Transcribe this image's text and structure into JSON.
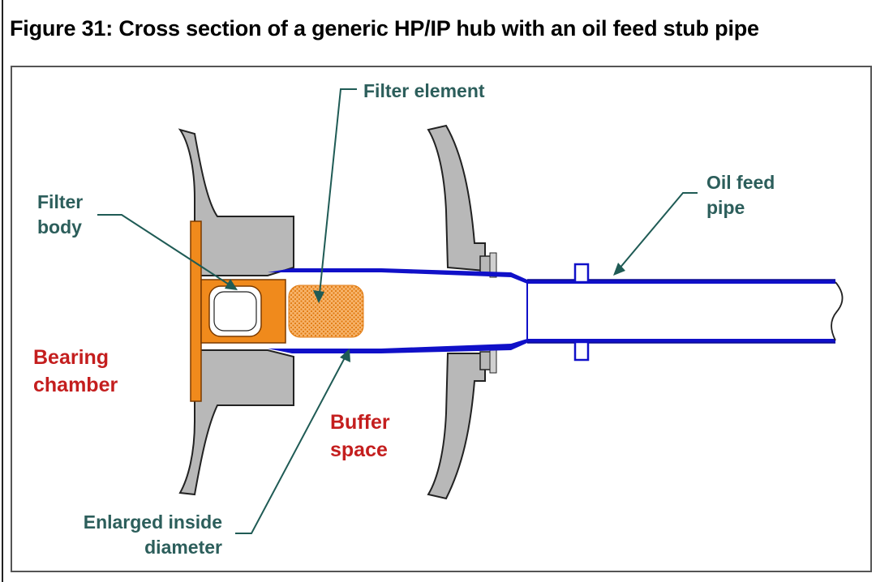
{
  "figure": {
    "title": "Figure 31: Cross section of a generic HP/IP hub with an oil feed stub pipe"
  },
  "labels": {
    "filter_element": "Filter element",
    "oil_feed_line1": "Oil feed",
    "oil_feed_line2": "pipe",
    "filter_body_line1": "Filter",
    "filter_body_line2": "body",
    "bearing_line1": "Bearing",
    "bearing_line2": "chamber",
    "buffer_line1": "Buffer",
    "buffer_line2": "space",
    "enlarged_line1": "Enlarged inside",
    "enlarged_line2": "diameter"
  },
  "colors": {
    "annotation_text": "#2c5e5b",
    "region_text": "#c41e1e",
    "pipe": "#1010c8",
    "filter_orange": "#f08a1c",
    "casing_grey": "#b8b8b8"
  }
}
